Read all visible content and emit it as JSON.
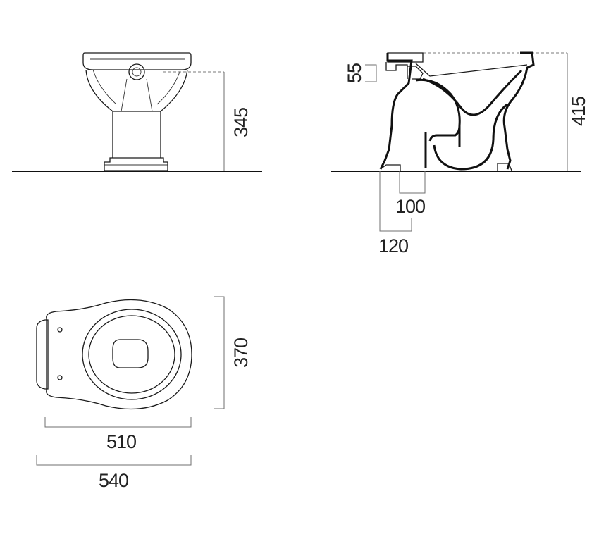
{
  "dimensions": {
    "front_height": "345",
    "side_height": "415",
    "seat_offset": "55",
    "outlet_inner": "100",
    "outlet_outer": "120",
    "top_depth": "370",
    "bowl_length": "510",
    "overall_length": "540"
  }
}
